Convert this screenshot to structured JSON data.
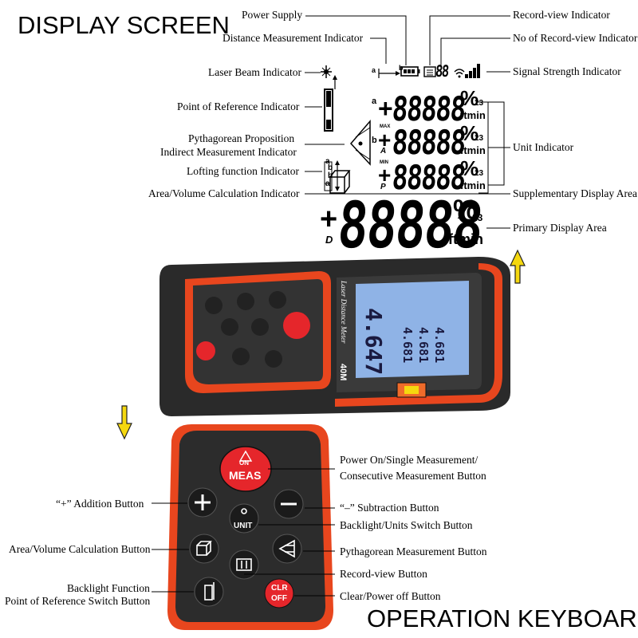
{
  "titles": {
    "display": "DISPLAY SCREEN",
    "keyboard": "OPERATION KEYBOARD"
  },
  "display_labels": {
    "power_supply": "Power Supply",
    "distance_indicator": "Distance Measurement Indicator",
    "laser_beam": "Laser Beam Indicator",
    "point_of_reference": "Point of Reference Indicator",
    "pythagorean_1": "Pythagorean Proposition",
    "pythagorean_2": "Indirect Measurement Indicator",
    "lofting": "Lofting function Indicator",
    "area_volume": "Area/Volume Calculation Indicator",
    "record_view": "Record-view Indicator",
    "no_record_view": "No of Record-view Indicator",
    "signal_strength": "Signal Strength Indicator",
    "unit_indicator": "Unit Indicator",
    "supplementary": "Supplementary Display Area",
    "primary": "Primary Display Area"
  },
  "lcd": {
    "digits": "88888",
    "record_digits": "88",
    "percent": "%",
    "unit_ft": "ftmin",
    "sup_units": "23",
    "row_a": "a",
    "row_b": "b",
    "row_max": "MAX",
    "row_min": "MIN",
    "row_A": "A",
    "row_P": "P",
    "row_D": "D",
    "plus": "+",
    "lofting_a": "a",
    "lofting_b1": "b",
    "lofting_b2": "b",
    "lofting_a2": "a",
    "dist_a": "a",
    "dist_b": "b"
  },
  "device": {
    "brand_text": "Laser Distance Meter",
    "range": "40M",
    "screen_digits_1": "4.647",
    "screen_digits_2": "4.681",
    "screen_digits_3": "4.681",
    "screen_digits_4": "4.681"
  },
  "keypad_labels": {
    "power_on_1": "Power On/Single Measurement/",
    "power_on_2": "Consecutive Measurement Button",
    "addition": "“+” Addition Button",
    "subtraction": "“–” Subtraction Button",
    "backlight_units": "Backlight/Units Switch Button",
    "area_volume": "Area/Volume Calculation Button",
    "pythagorean": "Pythagorean Measurement Button",
    "record_view": "Record-view Button",
    "backlight_ref_1": "Backlight Function",
    "backlight_ref_2": "Point of Reference Switch Button",
    "clear_power": "Clear/Power off Button"
  },
  "buttons": {
    "meas_on": "ON",
    "meas": "MEAS",
    "unit": "UNIT",
    "clr": "CLR",
    "off": "OFF",
    "plus": "+",
    "minus": "−"
  },
  "colors": {
    "device_orange": "#e8461e",
    "button_red": "#e5262b",
    "body_dark": "#2a2a2a",
    "arrow_yellow": "#f5d80f",
    "lcd_blue": "#8fb3e6"
  }
}
